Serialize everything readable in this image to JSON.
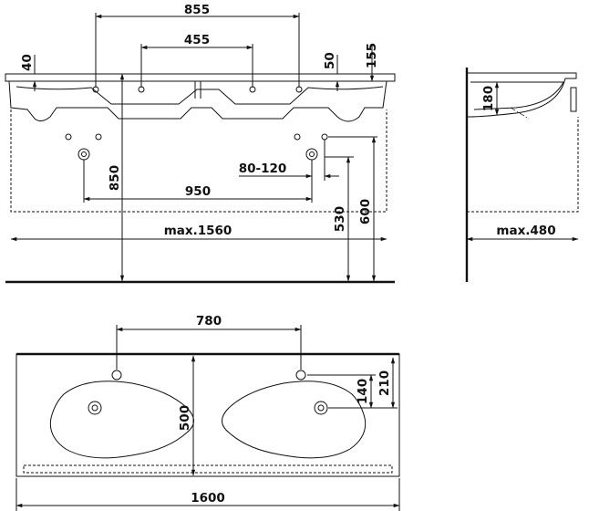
{
  "front_view": {
    "width_855": "855",
    "width_455": "455",
    "dim_40": "40",
    "dim_50": "50",
    "dim_155": "155",
    "height_850": "850",
    "range_80_120": "80-120",
    "width_950": "950",
    "height_530": "530",
    "height_600": "600",
    "max_width": "max.1560"
  },
  "side_view": {
    "depth_180": "180",
    "max_depth": "max.480"
  },
  "top_view": {
    "width_780": "780",
    "dim_140": "140",
    "dim_210": "210",
    "depth_500": "500",
    "total_width": "1600"
  }
}
